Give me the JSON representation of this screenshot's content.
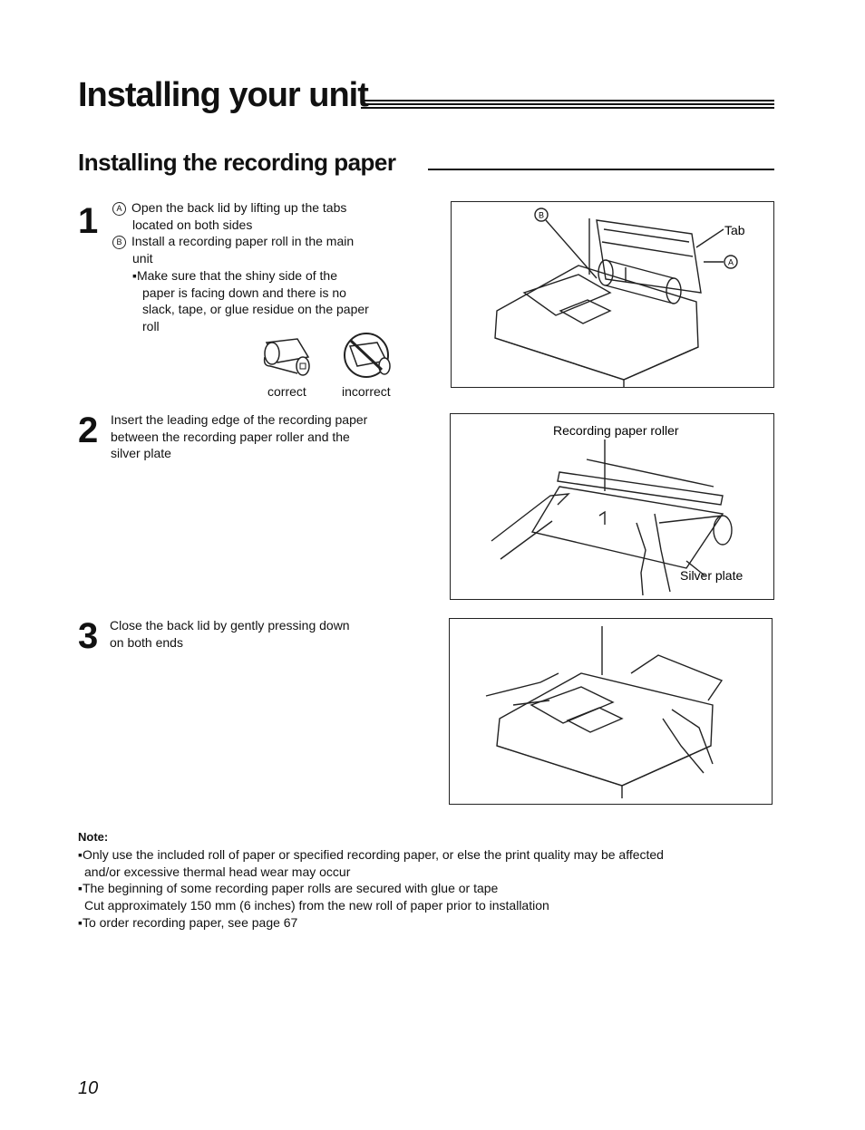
{
  "page": {
    "title": "Installing your unit",
    "section_title": "Installing the recording paper",
    "page_number": "10"
  },
  "steps": [
    {
      "number": "1",
      "items": [
        {
          "marker": "A",
          "text_lines": [
            "Open the back lid by lifting up the tabs",
            "located on both sides"
          ]
        },
        {
          "marker": "B",
          "text_lines": [
            "Install a recording paper roll in the main",
            "unit"
          ]
        }
      ],
      "bullet_lines": [
        "▪Make sure that the shiny side of the",
        "paper is facing down and there is no",
        "slack, tape, or glue residue on the paper",
        "roll"
      ],
      "captions": {
        "correct": "correct",
        "incorrect": "incorrect"
      },
      "figure_labels": {
        "b_marker": "B",
        "tab": "Tab",
        "a_marker": "A"
      }
    },
    {
      "number": "2",
      "lines": [
        "Insert the leading edge of the recording paper",
        "between the recording paper roller and the",
        "silver plate"
      ],
      "figure_labels": {
        "roller": "Recording paper roller",
        "plate": "Silver plate"
      }
    },
    {
      "number": "3",
      "lines": [
        "Close the back lid by gently pressing down",
        "on both ends"
      ]
    }
  ],
  "note": {
    "title": "Note:",
    "lines": [
      "▪Only use the included roll of paper or specified recording paper, or else the print quality may be affected",
      "and/or excessive thermal head wear may occur",
      "▪The beginning of some recording paper rolls are secured with glue or tape",
      "Cut approximately 150 mm (6 inches) from the new roll of paper prior to installation",
      "▪To order recording paper, see page 67"
    ]
  }
}
